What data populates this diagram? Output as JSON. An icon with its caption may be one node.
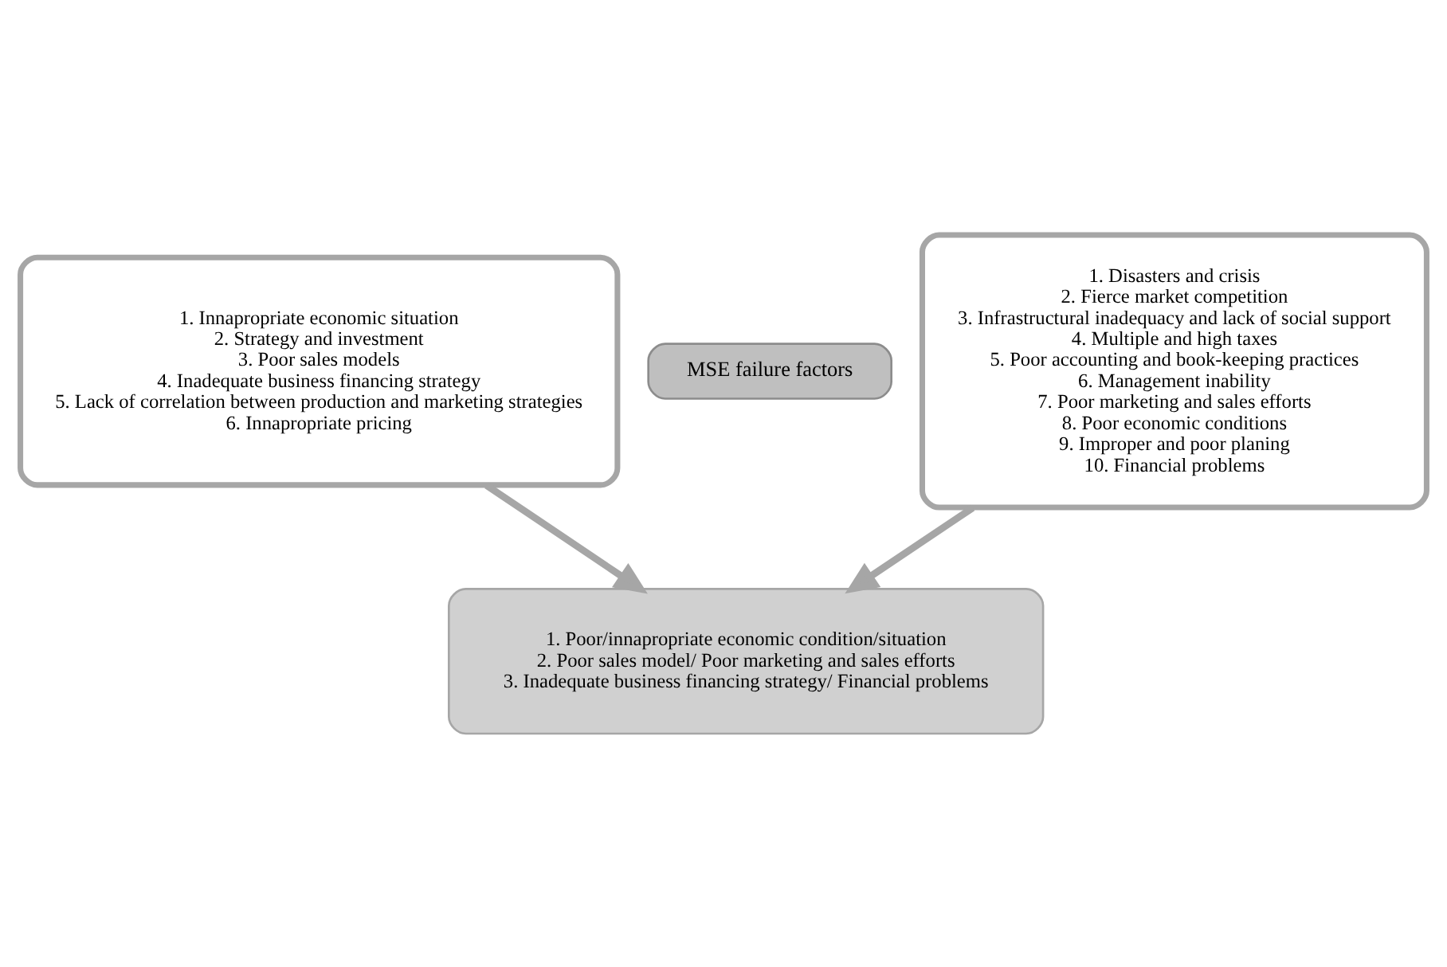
{
  "diagram": {
    "nodes": [
      {
        "text": [
          "1. Innapropriate economic situation",
          "2. Strategy and investment",
          "3. Poor sales models",
          "4. Inadequate business financing strategy",
          "5. Lack of correlation between production and marketing strategies",
          "6. Innapropriate pricing"
        ]
      },
      {
        "text": [
          "MSE failure factors"
        ]
      },
      {
        "text": [
          "1. Disasters and crisis",
          "2. Fierce market competition",
          "3. Infrastructural inadequacy and lack of social support",
          "4. Multiple and high taxes",
          "5. Poor accounting and book-keeping practices",
          "6. Management inability",
          "7. Poor marketing and sales efforts",
          "8. Poor economic conditions",
          "9. Improper and poor planing",
          "10. Financial problems"
        ]
      },
      {
        "text": [
          "1. Poor/innapropriate economic condition/situation",
          "2. Poor sales model/ Poor marketing and sales efforts",
          "3. Inadequate business financing strategy/ Financial problems"
        ]
      }
    ],
    "edges": [
      {
        "from": 0,
        "to": 3,
        "arrow": "to"
      },
      {
        "from": 2,
        "to": 3,
        "arrow": "to"
      }
    ]
  }
}
